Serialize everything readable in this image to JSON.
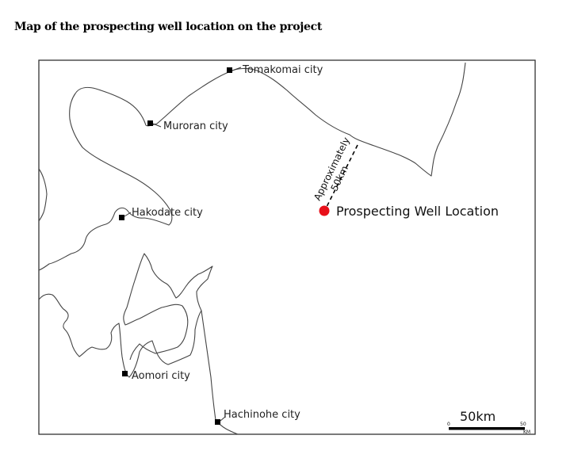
{
  "title": "Map of the prospecting well location on the project",
  "cities": {
    "tomakomai": "Tomakomai city",
    "muroran": "Muroran city",
    "hakodate": "Hakodate city",
    "aomori": "Aomori city",
    "hachinohe": "Hachinohe city"
  },
  "well": {
    "label": "Prospecting Well Location",
    "color": "#e8101a"
  },
  "distance": {
    "line1": "Approximately",
    "line2": "50km"
  },
  "scale_bar": {
    "label": "50km",
    "start": "0",
    "end": "50",
    "unit": "KM"
  }
}
